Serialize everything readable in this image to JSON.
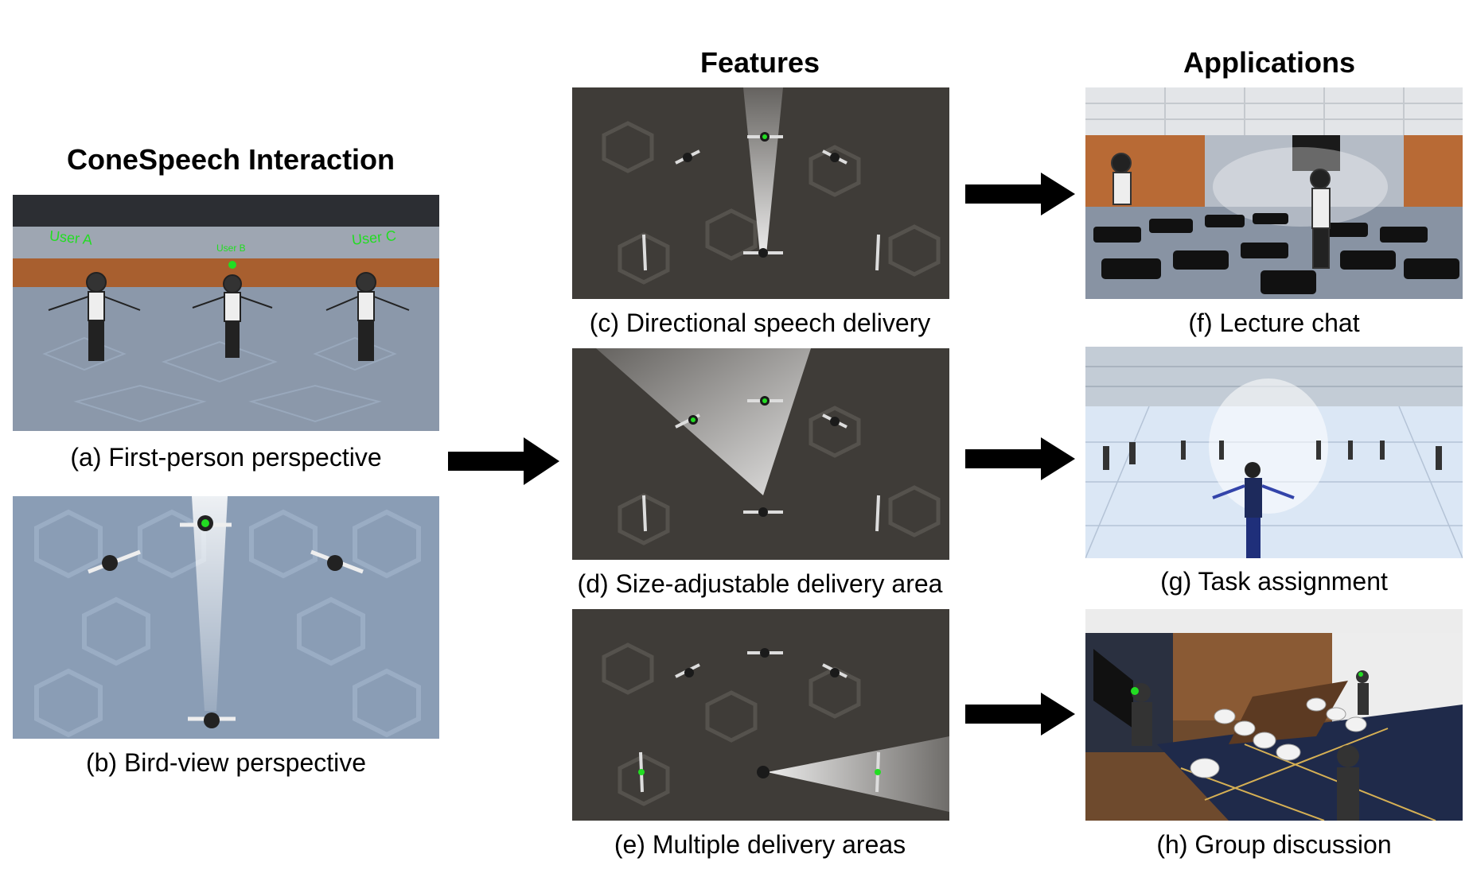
{
  "headings": {
    "left": "ConeSpeech Interaction",
    "features": "Features",
    "applications": "Applications"
  },
  "panel_a": {
    "caption": "(a)  First-person perspective",
    "user_a": "User A",
    "user_b": "User B",
    "user_c": "User C"
  },
  "panel_b": {
    "caption": "(b)  Bird-view perspective"
  },
  "panel_c": {
    "caption": "(c)  Directional speech delivery"
  },
  "panel_d": {
    "caption": "(d)  Size-adjustable delivery area"
  },
  "panel_e": {
    "caption": "(e)  Multiple delivery areas"
  },
  "panel_f": {
    "caption": "(f)  Lecture chat"
  },
  "panel_g": {
    "caption": "(g)  Task assignment"
  },
  "panel_h": {
    "caption": "(h)  Group discussion"
  },
  "colors": {
    "label_green": "#22dd22",
    "arrow": "#000000",
    "floor_dark": "#3f3c38",
    "floor_blue": "#8a9db5"
  }
}
